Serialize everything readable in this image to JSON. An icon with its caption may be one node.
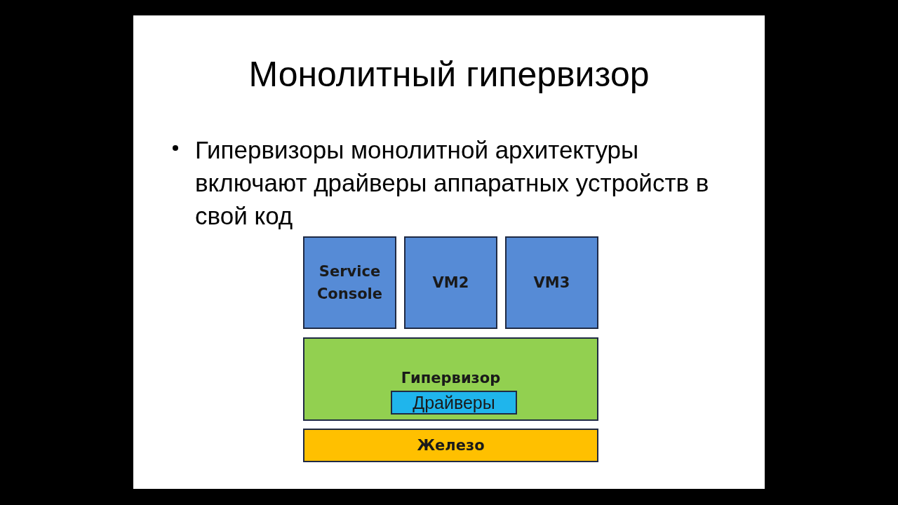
{
  "diagram": {
    "title": "Монолитный гипервизор",
    "nodes": [
      {
        "text": [
          "Service Console"
        ]
      },
      {
        "text": [
          "VM2"
        ]
      },
      {
        "text": [
          "VM3"
        ]
      },
      {
        "text": [
          "Гипервизор"
        ]
      },
      {
        "text": [
          "Драйверы"
        ],
        "in": 3
      },
      {
        "text": [
          "Железо"
        ]
      }
    ],
    "edges": [],
    "labels": [
      "Гипервизоры монолитной архитектуры включают драйверы аппаратных устройств в свой код"
    ]
  }
}
